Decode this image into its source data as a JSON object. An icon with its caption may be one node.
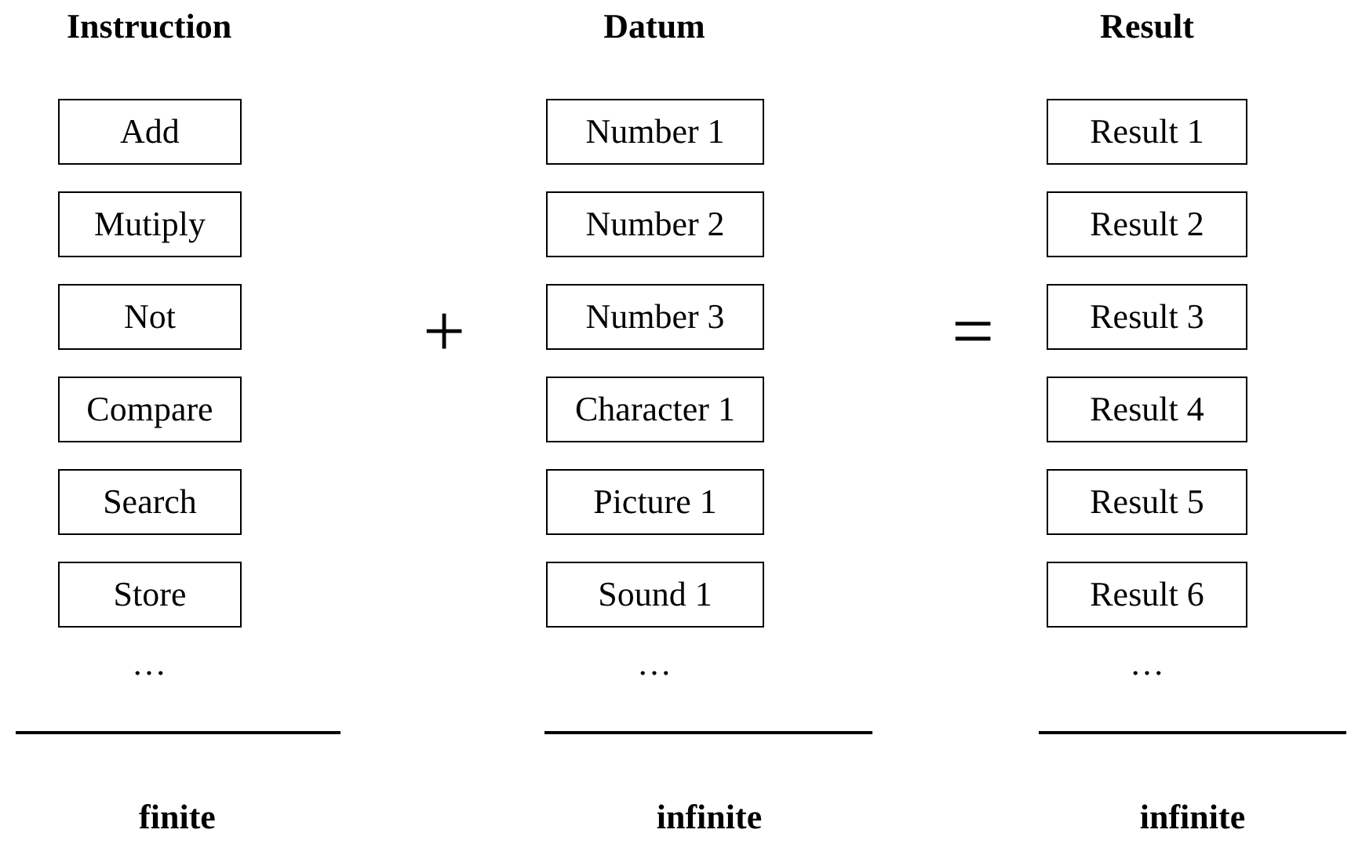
{
  "diagram": {
    "nodes": [
      {
        "text": [
          "Add"
        ]
      },
      {
        "text": [
          "Mutiply"
        ]
      },
      {
        "text": [
          "Not"
        ]
      },
      {
        "text": [
          "Compare"
        ]
      },
      {
        "text": [
          "Search"
        ]
      },
      {
        "text": [
          "Store"
        ]
      },
      {
        "text": [
          "Number 1"
        ]
      },
      {
        "text": [
          "Number 2"
        ]
      },
      {
        "text": [
          "Number 3"
        ]
      },
      {
        "text": [
          "Character 1"
        ]
      },
      {
        "text": [
          "Picture 1"
        ]
      },
      {
        "text": [
          "Sound 1"
        ]
      },
      {
        "text": [
          "Result 1"
        ]
      },
      {
        "text": [
          "Result 2"
        ]
      },
      {
        "text": [
          "Result 3"
        ]
      },
      {
        "text": [
          "Result 4"
        ]
      },
      {
        "text": [
          "Result 5"
        ]
      },
      {
        "text": [
          "Result 6"
        ]
      }
    ],
    "edges": [],
    "labels": [
      "Instruction",
      "Datum",
      "Result",
      "+",
      "=",
      "…",
      "…",
      "…",
      "finite",
      "infinite",
      "infinite"
    ]
  }
}
